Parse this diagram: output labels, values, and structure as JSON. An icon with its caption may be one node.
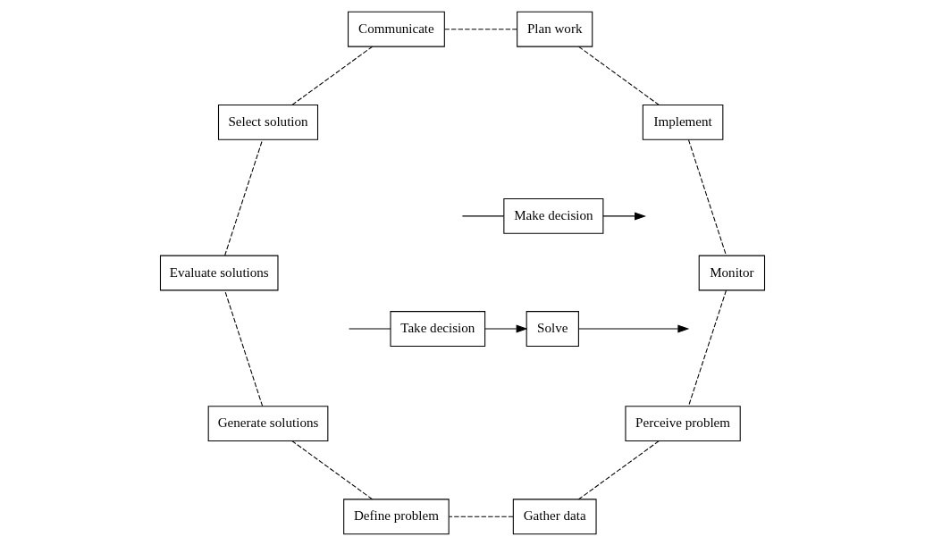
{
  "diagram": {
    "nodes": [
      {
        "text": [
          "Perceive problem"
        ]
      },
      {
        "text": [
          "Gather data"
        ]
      },
      {
        "text": [
          "Define problem"
        ]
      },
      {
        "text": [
          "Generate solutions"
        ]
      },
      {
        "text": [
          "Evaluate solutions"
        ]
      },
      {
        "text": [
          "Select solution"
        ]
      },
      {
        "text": [
          "Communicate"
        ]
      },
      {
        "text": [
          "Plan work"
        ]
      },
      {
        "text": [
          "Implement"
        ]
      },
      {
        "text": [
          "Monitor"
        ]
      },
      {
        "text": [
          "Solve"
        ]
      },
      {
        "text": [
          "Take decision"
        ]
      },
      {
        "text": [
          "Make decision"
        ]
      }
    ],
    "edges": [
      {
        "from": 0,
        "to": 1,
        "arrow": "none",
        "style": "dashed"
      },
      {
        "from": 1,
        "to": 2,
        "arrow": "none",
        "style": "dashed"
      },
      {
        "from": 2,
        "to": 3,
        "arrow": "none",
        "style": "dashed"
      },
      {
        "from": 3,
        "to": 4,
        "arrow": "none",
        "style": "dashed"
      },
      {
        "from": 4,
        "to": 5,
        "arrow": "none",
        "style": "dashed"
      },
      {
        "from": 5,
        "to": 6,
        "arrow": "none",
        "style": "dashed"
      },
      {
        "from": 6,
        "to": 7,
        "arrow": "none",
        "style": "dashed"
      },
      {
        "from": 7,
        "to": 8,
        "arrow": "none",
        "style": "dashed"
      },
      {
        "from": 8,
        "to": 9,
        "arrow": "none",
        "style": "dashed"
      },
      {
        "from": 9,
        "to": 0,
        "arrow": "none",
        "style": "dashed"
      },
      {
        "from": null,
        "to": 11,
        "arrow": "none"
      },
      {
        "from": 11,
        "to": 10,
        "arrow": "to"
      },
      {
        "from": 10,
        "to": null,
        "arrow": "to"
      },
      {
        "from": null,
        "to": 12,
        "arrow": "none"
      },
      {
        "from": 12,
        "to": null,
        "arrow": "to"
      }
    ]
  }
}
